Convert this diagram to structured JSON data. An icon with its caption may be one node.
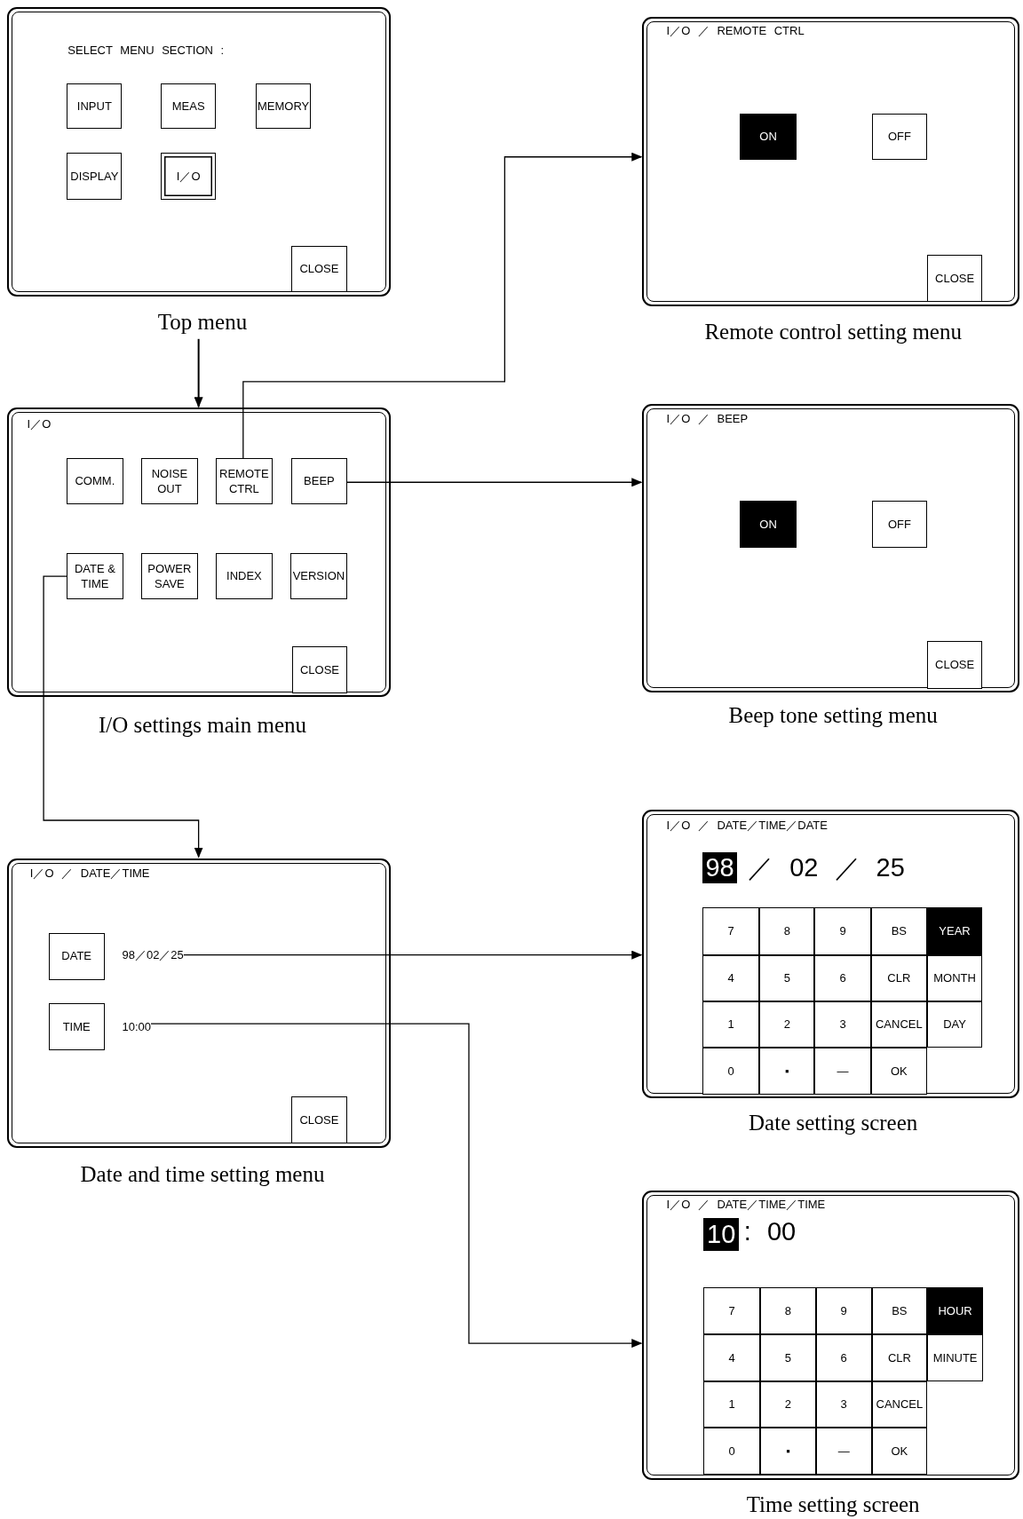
{
  "diagram": {
    "nodes": [
      {
        "text": [
          "SELECT MENU SECTION :"
        ],
        "beside": [
          "Top menu"
        ]
      },
      {
        "text": [
          "INPUT"
        ],
        "in": 0
      },
      {
        "text": [
          "MEAS"
        ],
        "in": 0
      },
      {
        "text": [
          "MEMORY"
        ],
        "in": 0
      },
      {
        "text": [
          "DISPLAY"
        ],
        "in": 0
      },
      {
        "text": [
          "I／O"
        ],
        "in": 0
      },
      {
        "text": [
          "CLOSE"
        ],
        "in": 0
      },
      {
        "text": [
          "I／O"
        ],
        "beside": [
          "I/O settings main menu"
        ]
      },
      {
        "text": [
          "COMM."
        ],
        "in": 7
      },
      {
        "text": [
          "NOISE OUT"
        ],
        "in": 7
      },
      {
        "text": [
          "REMOTE CTRL"
        ],
        "in": 7
      },
      {
        "text": [
          "BEEP"
        ],
        "in": 7
      },
      {
        "text": [
          "DATE & TIME"
        ],
        "in": 7
      },
      {
        "text": [
          "POWER SAVE"
        ],
        "in": 7
      },
      {
        "text": [
          "INDEX"
        ],
        "in": 7
      },
      {
        "text": [
          "VERSION"
        ],
        "in": 7
      },
      {
        "text": [
          "CLOSE"
        ],
        "in": 7
      },
      {
        "text": [
          "I／O ／ DATE／TIME"
        ],
        "beside": [
          "Date and time setting menu"
        ]
      },
      {
        "text": [
          "DATE"
        ],
        "in": 17
      },
      {
        "text": [
          "98／02／25"
        ],
        "in": 17
      },
      {
        "text": [
          "TIME"
        ],
        "in": 17
      },
      {
        "text": [
          "10:00"
        ],
        "in": 17
      },
      {
        "text": [
          "CLOSE"
        ],
        "in": 17
      },
      {
        "text": [
          "I／O ／ REMOTE CTRL"
        ],
        "beside": [
          "Remote control setting menu"
        ]
      },
      {
        "text": [
          "ON"
        ],
        "in": 23
      },
      {
        "text": [
          "OFF"
        ],
        "in": 23
      },
      {
        "text": [
          "CLOSE"
        ],
        "in": 23
      },
      {
        "text": [
          "I／O ／ BEEP"
        ],
        "beside": [
          "Beep tone setting menu"
        ]
      },
      {
        "text": [
          "ON"
        ],
        "in": 27
      },
      {
        "text": [
          "OFF"
        ],
        "in": 27
      },
      {
        "text": [
          "CLOSE"
        ],
        "in": 27
      },
      {
        "text": [
          "I／O ／ DATE／TIME／DATE",
          "／ 02 ／ 25"
        ],
        "beside": [
          "Date setting screen"
        ]
      },
      {
        "text": [
          "98"
        ],
        "in": 31
      },
      {
        "text": [
          "7"
        ],
        "in": 31
      },
      {
        "text": [
          "8"
        ],
        "in": 31
      },
      {
        "text": [
          "9"
        ],
        "in": 31
      },
      {
        "text": [
          "BS"
        ],
        "in": 31
      },
      {
        "text": [
          "YEAR"
        ],
        "in": 31
      },
      {
        "text": [
          "4"
        ],
        "in": 31
      },
      {
        "text": [
          "5"
        ],
        "in": 31
      },
      {
        "text": [
          "6"
        ],
        "in": 31
      },
      {
        "text": [
          "CLR"
        ],
        "in": 31
      },
      {
        "text": [
          "MONTH"
        ],
        "in": 31
      },
      {
        "text": [
          "1"
        ],
        "in": 31
      },
      {
        "text": [
          "2"
        ],
        "in": 31
      },
      {
        "text": [
          "3"
        ],
        "in": 31
      },
      {
        "text": [
          "CANCEL"
        ],
        "in": 31
      },
      {
        "text": [
          "DAY"
        ],
        "in": 31
      },
      {
        "text": [
          "0"
        ],
        "in": 31
      },
      {
        "text": [
          "▪"
        ],
        "in": 31
      },
      {
        "text": [
          "—"
        ],
        "in": 31
      },
      {
        "text": [
          "OK"
        ],
        "in": 31
      },
      {
        "text": [
          "I／O ／ DATE／TIME／TIME",
          ": 00"
        ],
        "beside": [
          "Time setting screen"
        ]
      },
      {
        "text": [
          "10"
        ],
        "in": 52
      },
      {
        "text": [
          "7"
        ],
        "in": 52
      },
      {
        "text": [
          "8"
        ],
        "in": 52
      },
      {
        "text": [
          "9"
        ],
        "in": 52
      },
      {
        "text": [
          "BS"
        ],
        "in": 52
      },
      {
        "text": [
          "HOUR"
        ],
        "in": 52
      },
      {
        "text": [
          "4"
        ],
        "in": 52
      },
      {
        "text": [
          "5"
        ],
        "in": 52
      },
      {
        "text": [
          "6"
        ],
        "in": 52
      },
      {
        "text": [
          "CLR"
        ],
        "in": 52
      },
      {
        "text": [
          "MINUTE"
        ],
        "in": 52
      },
      {
        "text": [
          "1"
        ],
        "in": 52
      },
      {
        "text": [
          "2"
        ],
        "in": 52
      },
      {
        "text": [
          "3"
        ],
        "in": 52
      },
      {
        "text": [
          "CANCEL"
        ],
        "in": 52
      },
      {
        "text": [
          "0"
        ],
        "in": 52
      },
      {
        "text": [
          "▪"
        ],
        "in": 52
      },
      {
        "text": [
          "—"
        ],
        "in": 52
      },
      {
        "text": [
          "OK"
        ],
        "in": 52
      }
    ],
    "edges": [
      {
        "from": 0,
        "to": 7,
        "arrow": "to"
      },
      {
        "from": 10,
        "to": 23,
        "arrow": "to"
      },
      {
        "from": 11,
        "to": 27,
        "arrow": "to"
      },
      {
        "from": 12,
        "to": 17,
        "arrow": "to"
      },
      {
        "from": 19,
        "to": 31,
        "arrow": "to"
      },
      {
        "from": 21,
        "to": 52,
        "arrow": "to"
      }
    ]
  }
}
